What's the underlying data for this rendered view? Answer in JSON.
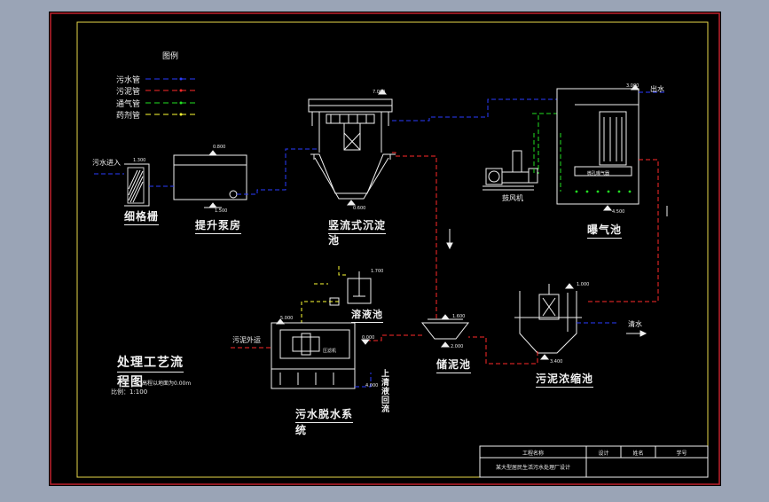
{
  "legend": {
    "title": "图例",
    "items": [
      {
        "label": "污水管",
        "color": "#2a3cff"
      },
      {
        "label": "污泥管",
        "color": "#ff2a2a"
      },
      {
        "label": "通气管",
        "color": "#22e022"
      },
      {
        "label": "药剂管",
        "color": "#ffff33"
      }
    ]
  },
  "units": {
    "screen": "细格栅",
    "pump_house": "提升泵房",
    "settler": "竖流式沉淀",
    "settler_2": "池",
    "aeration": "曝气池",
    "blower": "鼓风机",
    "thickener": "污泥浓缩池",
    "sludge_tank": "储泥池",
    "dosing": "溶液池",
    "dewater": "污水脱水系",
    "dewater_2": "统",
    "filter_press": "压滤机"
  },
  "flow_labels": {
    "inlet": "污水进入",
    "outlet": "出水",
    "outlet_2": "清水",
    "cake_out": "污泥外运",
    "landfill": "上清液回流",
    "aerator_note": "微孔曝气器"
  },
  "title_block": {
    "heading": "处理工艺流",
    "heading_2": "程图",
    "note": "高程以地面为0.00m",
    "scale": "比例：1:100",
    "project_label": "工程名称",
    "project_name": "某大型居民生活污水处理厂设计",
    "design_label": "设计",
    "name_label": "姓名",
    "id_label": "学号"
  },
  "elevations": {
    "e1": "0.800",
    "e2": "1.500",
    "e3": "1.300",
    "e4": "7.000",
    "e5": "0.600",
    "e6": "3.000",
    "e7": "4.500",
    "e8": "1.000",
    "e9": "3.400",
    "e10": "1.600",
    "e11": "2.000",
    "e12": "5.000",
    "e13": "0.000",
    "e14": "1.700",
    "e15": "4.000"
  },
  "colors": {
    "background": "#9aa4b6",
    "drawing": "#000000",
    "frame_outer": "#c0202c",
    "frame_inner": "#e8d84a",
    "line": "#f0f0f0",
    "sewage": "#2a3cff",
    "sludge": "#ff2a2a",
    "air": "#22e022",
    "chem": "#ffff33"
  }
}
